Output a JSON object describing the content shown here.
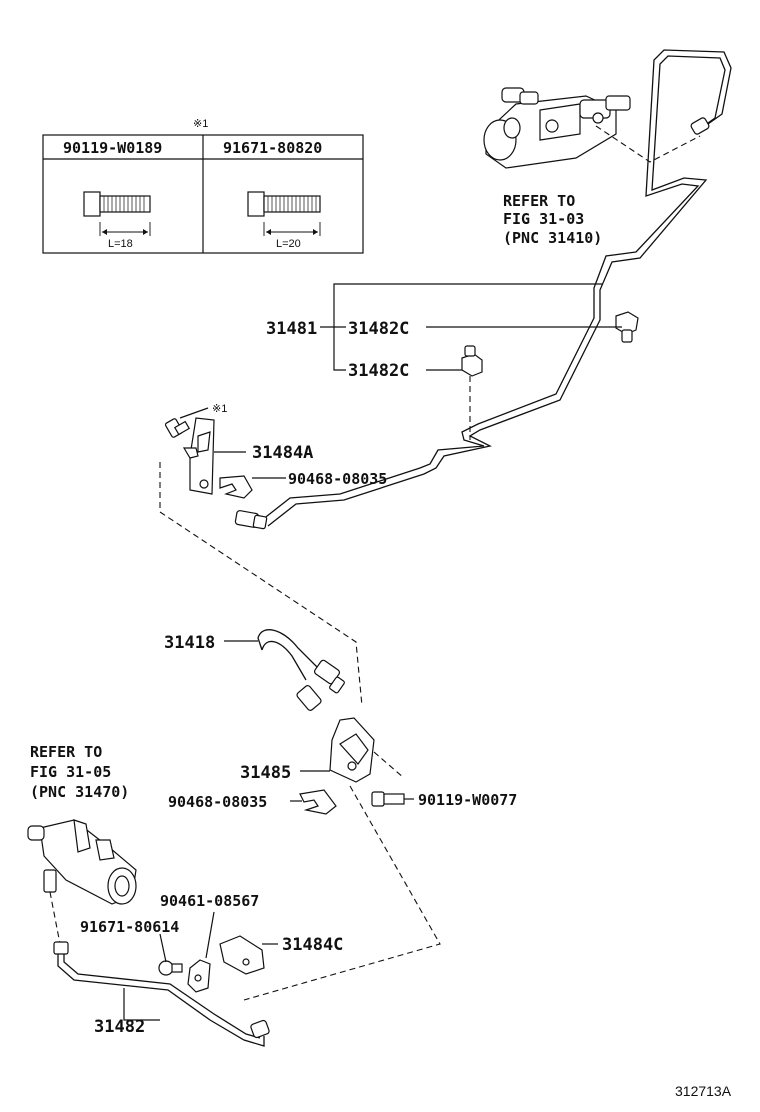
{
  "diagram_id": "312713A",
  "bolt_table": {
    "note_mark": "※1",
    "columns": [
      {
        "part_no": "90119-W0189",
        "length": "L=18"
      },
      {
        "part_no": "91671-80820",
        "length": "L=20"
      }
    ]
  },
  "refs": {
    "ref_top": {
      "line1": "REFER TO",
      "line2": "FIG 31-03",
      "line3": "(PNC 31410)"
    },
    "ref_left": {
      "line1": "REFER TO",
      "line2": "FIG 31-05",
      "line3": "(PNC 31470)"
    }
  },
  "labels": {
    "p31481": "31481",
    "p31482C_a": "31482C",
    "p31482C_b": "31482C",
    "p_note1": "※1",
    "p31484A": "31484A",
    "p90468_a": "90468-08035",
    "p31418": "31418",
    "p31485": "31485",
    "p90468_b": "90468-08035",
    "p90119_w0077": "90119-W0077",
    "p90461": "90461-08567",
    "p91671_80614": "91671-80614",
    "p31484C": "31484C",
    "p31482": "31482"
  },
  "colors": {
    "line": "#111111",
    "background": "#ffffff"
  }
}
